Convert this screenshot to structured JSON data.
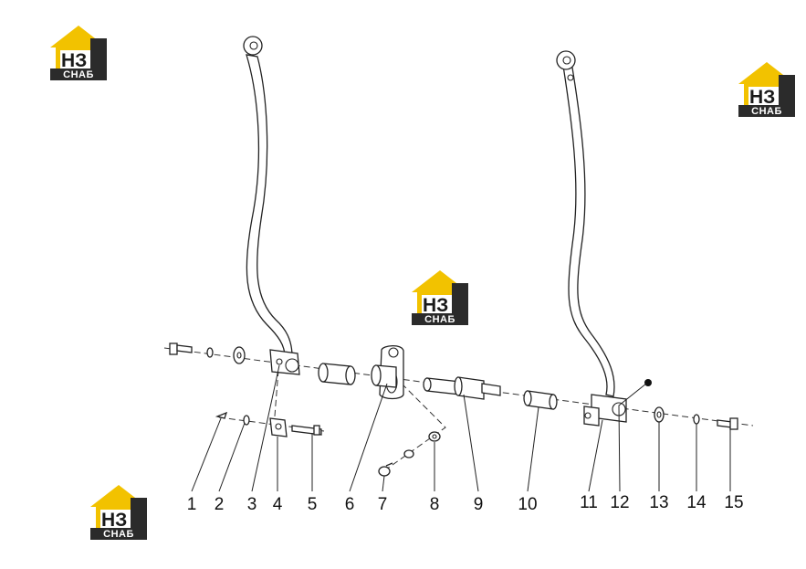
{
  "logo": {
    "letters": "НЗ",
    "word": "СНАБ",
    "colors": {
      "roof": "#f2c200",
      "dark": "#2b2b2b",
      "text": "#ffffff"
    }
  },
  "callouts": [
    "1",
    "2",
    "3",
    "4",
    "5",
    "6",
    "7",
    "8",
    "9",
    "10",
    "11",
    "12",
    "13",
    "14",
    "15"
  ],
  "colors": {
    "line": "#222222",
    "background": "#ffffff"
  }
}
